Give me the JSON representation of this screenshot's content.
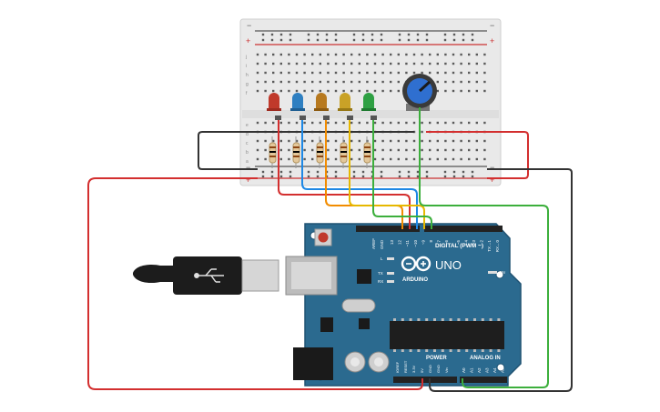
{
  "breadboard": {
    "row_letters_top": [
      "j",
      "i",
      "h",
      "g",
      "f"
    ],
    "row_letters_bottom": [
      "e",
      "d",
      "c",
      "b",
      "a"
    ],
    "plus_sign": "+",
    "minus_sign": "−",
    "column_count": 30
  },
  "leds": [
    {
      "name": "red",
      "color": "#c0392b"
    },
    {
      "name": "blue",
      "color": "#2e7fc1"
    },
    {
      "name": "orange",
      "color": "#b7791f"
    },
    {
      "name": "yellow",
      "color": "#c9a227"
    },
    {
      "name": "green",
      "color": "#2ea043"
    }
  ],
  "potentiometer": {
    "knob_color": "#2f6fd0"
  },
  "arduino": {
    "model": "UNO",
    "brand": "ARDUINO",
    "digital_label": "DIGITAL (PWM ~)",
    "power_label": "POWER",
    "analog_label": "ANALOG IN",
    "on_label": "ON",
    "l_label": "L",
    "tx_label": "TX",
    "rx_label": "RX",
    "aref_label": "AREF",
    "gnd_label": "GND",
    "digital_pins": [
      "13",
      "12",
      "~11",
      "~10",
      "~9",
      "8",
      "7",
      "~6",
      "~5",
      "4",
      "~3",
      "2",
      "TX→1",
      "RX←0"
    ],
    "power_pins": [
      "IOREF",
      "RESET",
      "3.3V",
      "5V",
      "GND",
      "GND",
      "Vin"
    ],
    "analog_pins": [
      "A0",
      "A1",
      "A2",
      "A3",
      "A4",
      "A5"
    ],
    "board_color": "#2b6a8f"
  },
  "wires": {
    "red": "#d32f2f",
    "black": "#333333",
    "blue": "#1e88e5",
    "orange": "#f28c00",
    "yellow": "#e6b800",
    "green": "#3caf3c"
  }
}
